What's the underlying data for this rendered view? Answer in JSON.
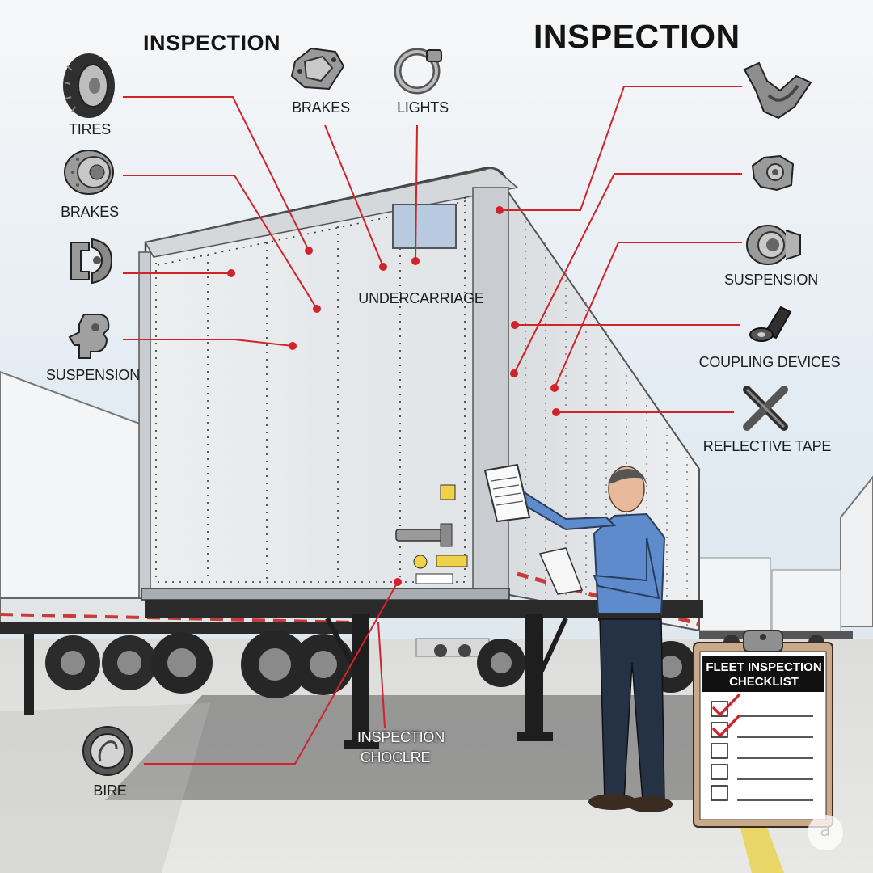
{
  "titles": {
    "left": "INSPECTION",
    "main": "INSPECTION"
  },
  "labels": {
    "tires": "TIRES",
    "brakes_left": "BRAKES",
    "suspension_left": "SUSPENSION",
    "brakes_top": "BRAKES",
    "lights_top": "LIGHTS",
    "undercarriage": "UNDERCARRIAGE",
    "suspension_right": "SUSPENSION",
    "coupling_devices": "COUPLING DEVICES",
    "reflective_tape": "REFLECTIVE TAPE",
    "bire": "BIRE",
    "inspection_line1": "INSPECTION",
    "inspection_line2": "CHOCLRE"
  },
  "checklist": {
    "title": "FLEET INSPECTION CHECKLIST",
    "items_checked": [
      true,
      true,
      false,
      false,
      false
    ]
  },
  "icons": {
    "tires": "tire-icon",
    "brakes_left": "brake-drum-icon",
    "suspension_left": "suspension-bracket-icon",
    "suspension_left_2": "coupling-hook-icon",
    "brakes_top": "brake-bracket-icon",
    "lights_top": "light-ring-icon",
    "right_1": "fifth-wheel-icon",
    "right_2": "brake-chamber-icon",
    "suspension_right": "air-bag-icon",
    "coupling_devices": "kingpin-icon",
    "reflective_tape": "crossed-tools-icon",
    "bire": "wheel-icon"
  },
  "colors": {
    "callout_line": "#d0232a",
    "trailer_body": "#e4e6e8",
    "sky": "#e6edf3",
    "ground": "#e3e3e1",
    "shirt": "#5d8bcc",
    "pants": "#253246"
  }
}
